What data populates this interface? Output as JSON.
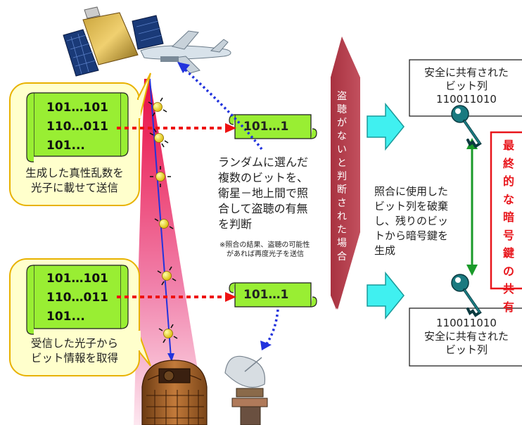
{
  "left_top": {
    "bits_lines": [
      "101…101",
      "110…011",
      "101..."
    ],
    "caption_lines": [
      "生成した真性乱数を",
      "光子に載せて送信"
    ]
  },
  "left_bottom": {
    "bits_lines": [
      "101…101",
      "110…011",
      "101..."
    ],
    "caption_lines": [
      "受信した光子から",
      "ビット情報を取得"
    ]
  },
  "scroll_top_label": "101…1",
  "scroll_bottom_label": "101…1",
  "middle_text_lines": [
    "ランダムに選んだ",
    "複数のビットを、",
    "衛星－地上間で照",
    "合して盗聴の有無",
    "を判断"
  ],
  "middle_note_lines": [
    "※照合の結果、盗聴の可能性",
    "　があれば再度光子を送信"
  ],
  "arrow_vertical_chars": [
    "盗",
    "聴",
    "が",
    "な",
    "い",
    "と",
    "判",
    "断",
    "さ",
    "れ",
    "た",
    "場",
    "合"
  ],
  "right_top_box": [
    "安全に共有された",
    "ビット列",
    "110011010"
  ],
  "right_middle_text_lines": [
    "照合に使用した",
    "ビット列を破棄",
    "し、残りのビッ",
    "トから暗号鍵を",
    "生成"
  ],
  "right_bottom_box": [
    "110011010",
    "安全に共有された",
    "ビット列"
  ],
  "final_label_chars": [
    "最",
    "終",
    "的",
    "な",
    "暗",
    "号",
    "鍵",
    "の",
    "共",
    "有"
  ],
  "colors": {
    "accent_red": "#e8151b",
    "arrow_maroon": "#b03a48",
    "cyan_arrow": "#40f0f0",
    "scroll_green": "#99ee33",
    "bubble_fill": "#ffffcc",
    "dotted_red": "#ee1111",
    "dotted_blue": "#2233dd",
    "key_teal": "#1a7a80"
  },
  "icons": [
    "satellite-icon",
    "airship-icon",
    "ground-station-icon",
    "antenna-dish-icon",
    "key-icon",
    "photon-icon"
  ]
}
